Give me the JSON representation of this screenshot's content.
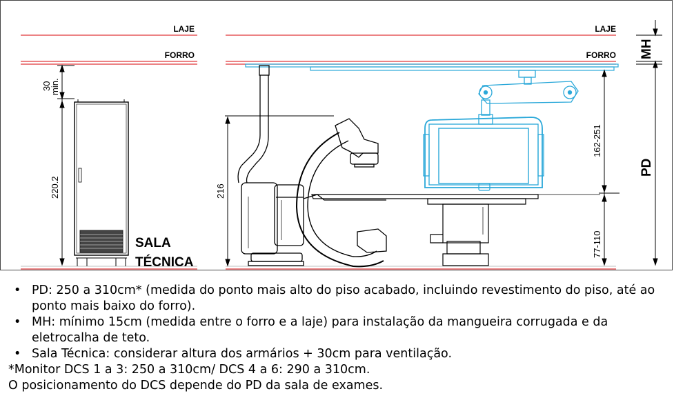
{
  "diagram": {
    "left_labels": {
      "laje": "LAJE",
      "forro": "FORRO"
    },
    "right_labels": {
      "laje": "LAJE",
      "forro": "FORRO"
    },
    "dimensions": {
      "gap_top": "30",
      "gap_top_unit": "min.",
      "cabinet_height": "220.2",
      "c_arm_height": "216",
      "monitor_range": "162-251",
      "table_range": "77-110",
      "mh": "MH",
      "pd": "PD"
    },
    "room_label_line1": "SALA",
    "room_label_line2": "TÉCNICA",
    "colors": {
      "red": "#e0383b",
      "cyan": "#2aa8d9",
      "black": "#000000"
    }
  },
  "notes": {
    "bullets": [
      "PD: 250 a 310cm* (medida do ponto mais alto do piso acabado, incluindo revestimento do piso, até ao ponto mais baixo do forro).",
      "MH: mínimo 15cm (medida entre o forro e a laje) para instalação da mangueira corrugada e da eletrocalha de teto.",
      "Sala Técnica: considerar altura dos armários  + 30cm para ventilação."
    ],
    "footnote1": "*Monitor DCS 1 a 3: 250 a 310cm/ DCS 4 a 6: 290 a 310cm.",
    "footnote2": "O posicionamento do DCS depende do PD da sala de exames."
  }
}
